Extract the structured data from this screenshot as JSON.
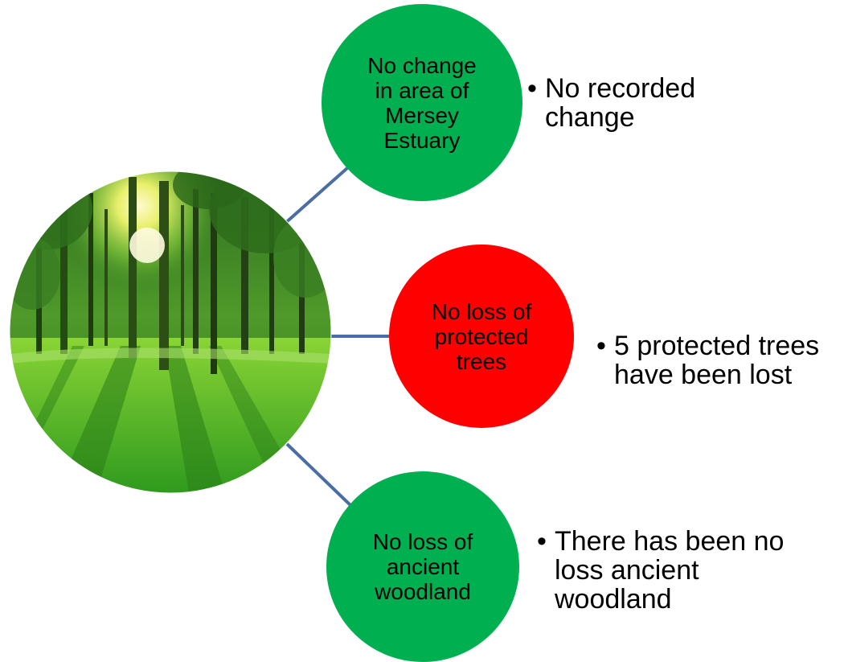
{
  "colors": {
    "node_green": "#00b050",
    "node_red": "#ff0000",
    "connector": "#4a6ea3",
    "text": "#000000"
  },
  "hub": {
    "image_description": "forest-photo",
    "icon": "tree-forest-icon"
  },
  "items": [
    {
      "label": "No change\nin area of\nMersey\nEstuary",
      "status_color": "#00b050",
      "note": "No recorded\nchange"
    },
    {
      "label": "No loss of\nprotected\ntrees",
      "status_color": "#ff0000",
      "note": "5 protected trees\nhave been lost"
    },
    {
      "label": "No loss of\nancient\nwoodland",
      "status_color": "#00b050",
      "note": "There has been no\nloss ancient\nwoodland"
    }
  ],
  "bullet_char": "•"
}
